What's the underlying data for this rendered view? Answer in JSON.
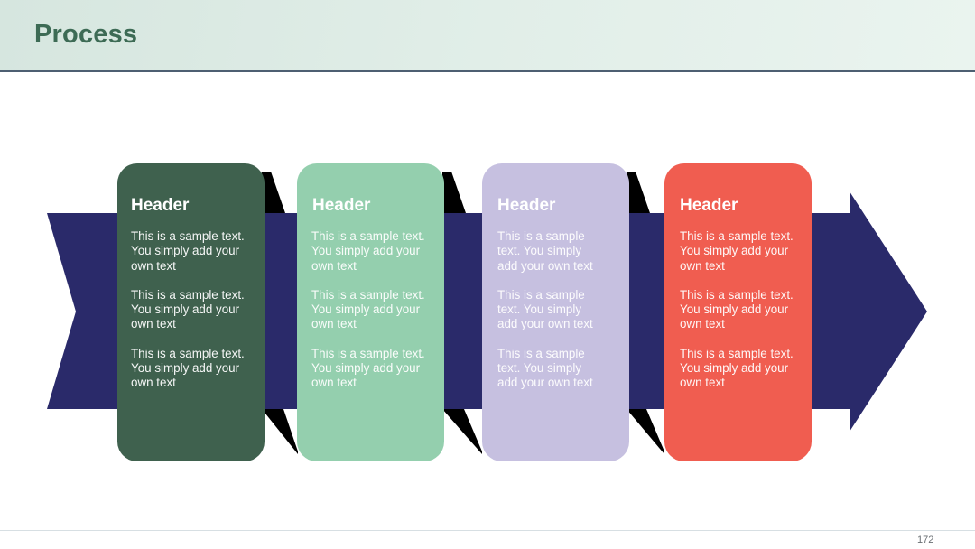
{
  "slide": {
    "title": "Process",
    "page_number": "172"
  },
  "colors": {
    "arrow": "#2a2a6a",
    "shadow": "#000000",
    "title_text": "#3d6b55"
  },
  "steps": [
    {
      "header": "Header",
      "color": "#3f614e",
      "paragraphs": [
        "This is a sample text. You simply add your own text",
        "This is a sample text. You simply add your own text",
        "This is a sample text. You simply add your own text"
      ]
    },
    {
      "header": "Header",
      "color": "#94cfae",
      "paragraphs": [
        "This is a sample text. You simply add your own text",
        "This is a sample text. You simply add your own text",
        "This is a sample text. You simply add your own text"
      ]
    },
    {
      "header": "Header",
      "color": "#c6c0e0",
      "paragraphs": [
        "This is a sample text. You simply add your own text",
        "This is a sample text. You simply add your own text",
        "This is a sample text. You simply add your own text"
      ]
    },
    {
      "header": "Header",
      "color": "#f05d50",
      "paragraphs": [
        "This is a sample text. You simply add your own text",
        "This is a sample text. You simply add your own text",
        "This is a sample text. You simply add your own text"
      ]
    }
  ]
}
